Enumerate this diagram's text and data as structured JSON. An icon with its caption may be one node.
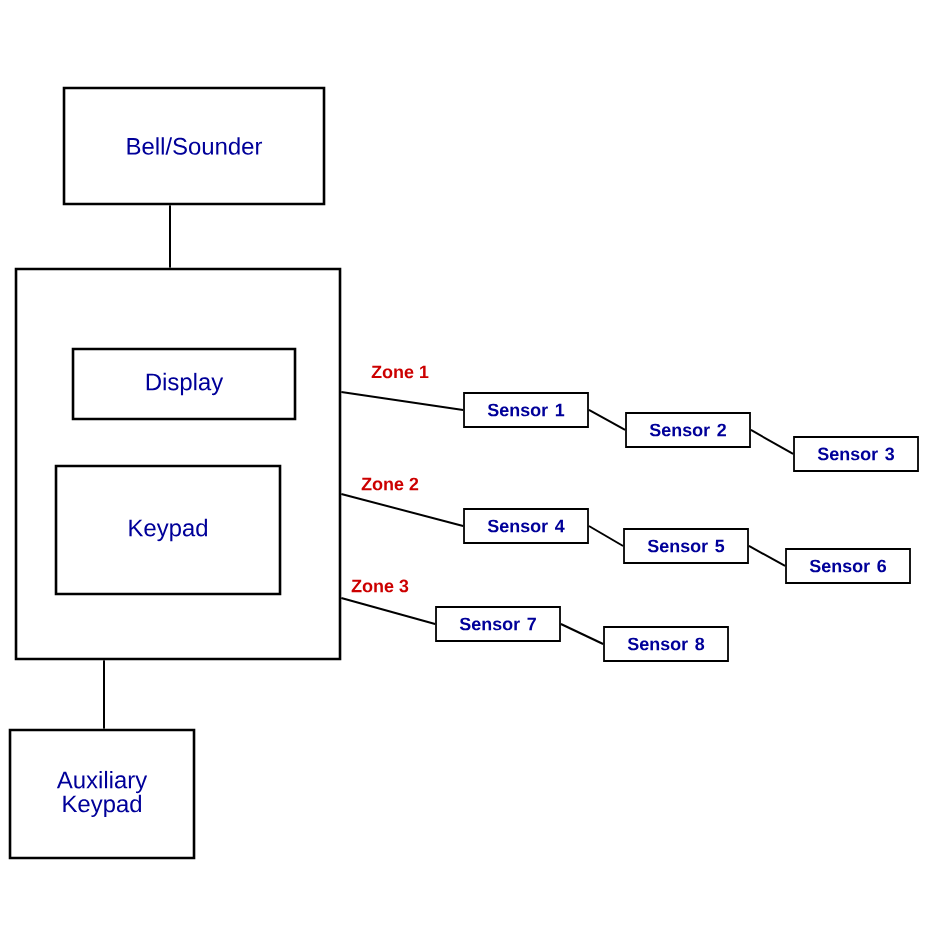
{
  "diagram": {
    "nodes": [
      {
        "text": [
          "Bell/Sounder"
        ]
      },
      {
        "text": [],
        "shape": "box"
      },
      {
        "text": [
          "Display"
        ],
        "in": 1
      },
      {
        "text": [
          "Keypad"
        ],
        "in": 1
      },
      {
        "text": [
          "Auxiliary Keypad"
        ]
      },
      {
        "text": [
          "Sensor 1"
        ]
      },
      {
        "text": [
          "Sensor 2"
        ]
      },
      {
        "text": [
          "Sensor 3"
        ]
      },
      {
        "text": [
          "Sensor 4"
        ]
      },
      {
        "text": [
          "Sensor 5"
        ]
      },
      {
        "text": [
          "Sensor 6"
        ]
      },
      {
        "text": [
          "Sensor 7"
        ]
      },
      {
        "text": [
          "Sensor 8"
        ]
      }
    ],
    "edges": [
      {
        "from": 0,
        "to": 1,
        "arrow": "none"
      },
      {
        "from": 1,
        "to": 4,
        "arrow": "none"
      },
      {
        "from": 1,
        "to": 5,
        "arrow": "none",
        "label": "Zone 1"
      },
      {
        "from": 5,
        "to": 6,
        "arrow": "none"
      },
      {
        "from": 6,
        "to": 7,
        "arrow": "none"
      },
      {
        "from": 1,
        "to": 8,
        "arrow": "none",
        "label": "Zone 2"
      },
      {
        "from": 8,
        "to": 9,
        "arrow": "none"
      },
      {
        "from": 9,
        "to": 10,
        "arrow": "none"
      },
      {
        "from": 1,
        "to": 11,
        "arrow": "none",
        "label": "Zone 3"
      },
      {
        "from": 11,
        "to": 12,
        "arrow": "none"
      }
    ]
  }
}
